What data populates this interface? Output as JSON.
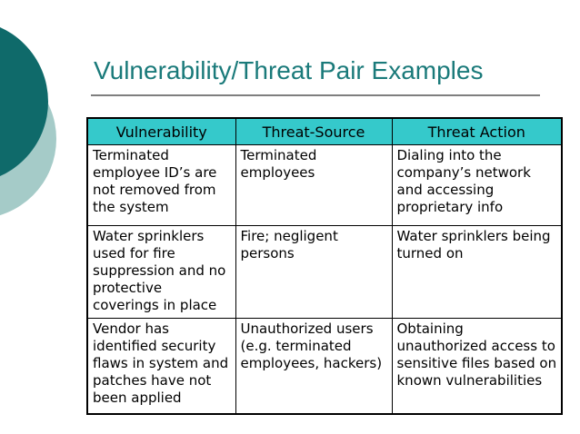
{
  "slide": {
    "title": "Vulnerability/Threat Pair Examples",
    "table": {
      "headers": [
        "Vulnerability",
        "Threat-Source",
        "Threat Action"
      ],
      "rows": [
        [
          "Terminated employee ID’s are not removed from the system",
          "Terminated employees",
          "Dialing into the company’s network and accessing proprietary info"
        ],
        [
          "Water sprinklers used for fire suppression and no protective coverings in place",
          "Fire; negligent persons",
          "Water sprinklers being turned on"
        ],
        [
          "Vendor has identified security flaws in system and patches have not been applied",
          "Unauthorized users (e.g. terminated employees, hackers)",
          "Obtaining unauthorized access to sensitive files based on known vulnerabilities"
        ]
      ]
    },
    "colors": {
      "title": "#1A7A7A",
      "underline": "#7F7F7F",
      "header_bg": "#35C9CB",
      "circle_dark": "#0F6A6A",
      "circle_light": "#A5CBC8",
      "border": "#000000",
      "background": "#FFFFFF"
    }
  }
}
